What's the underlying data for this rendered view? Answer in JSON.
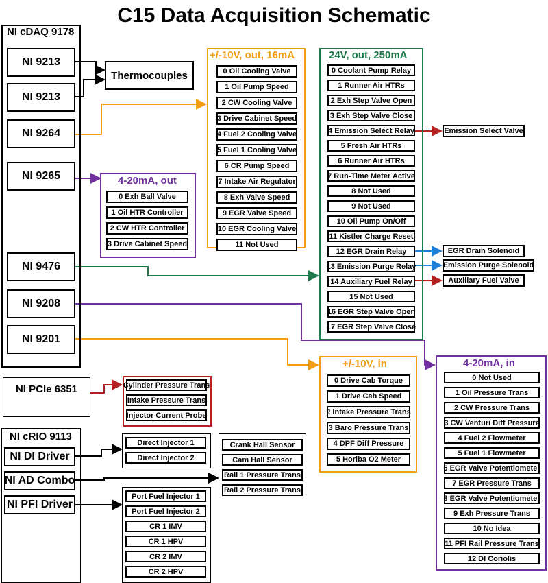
{
  "title": "C15 Data Acquisition Schematic",
  "colors": {
    "orange": "#f39c12",
    "green": "#1e7a4a",
    "purple": "#7030a0",
    "red": "#b22222",
    "blue": "#1f7fd6",
    "black": "#000000"
  },
  "cdaq": {
    "label": "NI cDAQ 9178",
    "modules": [
      "NI 9213",
      "NI 9213",
      "NI 9264",
      "NI 9265",
      "NI 9476",
      "NI 9208",
      "NI 9201"
    ]
  },
  "thermocouples": "Thermocouples",
  "ao_10v": {
    "label": "+/-10V, out, 16mA",
    "items": [
      "0 Oil Cooling Valve",
      "1 Oil Pump Speed",
      "2 CW Cooling Valve",
      "3 Drive Cabinet Speed",
      "4 Fuel 2 Cooling Valve",
      "5 Fuel 1 Cooling Valve",
      "6 CR Pump Speed",
      "7 Intake Air Regulator",
      "8 Exh Valve Speed",
      "9 EGR Valve Speed",
      "10 EGR Cooling Valve",
      "11 Not Used"
    ]
  },
  "ao_4_20": {
    "label": "4-20mA, out",
    "items": [
      "0 Exh Ball Valve",
      "1 Oil HTR Controller",
      "2 CW HTR Controller",
      "3 Drive Cabinet Speed"
    ]
  },
  "do_24v": {
    "label": "24V, out, 250mA",
    "items": [
      "0 Coolant Pump Relay",
      "1 Runner Air HTRs",
      "2 Exh Step Valve Open",
      "3 Exh Step Valve Close",
      "4 Emission Select Relay",
      "5 Fresh Air HTRs",
      "6 Runner Air HTRs",
      "7 Run-Time Meter Active",
      "8 Not Used",
      "9 Not Used",
      "10 Oil Pump On/Off",
      "11 Kistler Charge Reset",
      "12 EGR Drain Relay",
      "13 Emission Purge Relay",
      "14 Auxiliary Fuel Relay",
      "15 Not Used",
      "16 EGR Step Valve Open",
      "17 EGR Step Valve Close"
    ]
  },
  "relay_targets": [
    "Emission Select Valve",
    "EGR Drain Solenoid",
    "Emission Purge Solenoid",
    "Auxiliary Fuel Valve"
  ],
  "ai_10v": {
    "label": "+/-10V, in",
    "items": [
      "0 Drive Cab Torque",
      "1 Drive Cab Speed",
      "2 Intake Pressure Trans",
      "3 Baro Pressure Trans",
      "4 DPF Diff Pressure",
      "5 Horiba O2 Meter"
    ]
  },
  "ai_4_20": {
    "label": "4-20mA, in",
    "items": [
      "0 Not Used",
      "1 Oil Pressure Trans",
      "2 CW Pressure Trans",
      "3 CW Venturi Diff Pressure",
      "4 Fuel 2 Flowmeter",
      "5 Fuel 1 Flowmeter",
      "6 EGR Valve Potentiometer",
      "7 EGR Pressure Trans",
      "8 EGR Valve Potentiometer",
      "9 Exh Pressure Trans",
      "10 No Idea",
      "11 PFI Rail Pressure Trans",
      "12 DI Coriolis"
    ]
  },
  "pcie": {
    "label": "NI PCIe 6351",
    "items": [
      "Cylinder Pressure Trans",
      "Intake Pressure Trans",
      "Injector Current Probe"
    ]
  },
  "crio": {
    "label": "NI cRIO 9113",
    "modules": [
      "NI DI Driver",
      "NI AD Combo",
      "NI PFI Driver"
    ]
  },
  "di_outputs": [
    "Direct Injector 1",
    "Direct Injector 2"
  ],
  "ad_inputs": [
    "Crank Hall Sensor",
    "Cam Hall Sensor",
    "Rail 1 Pressure Trans",
    "Rail 2 Pressure Trans"
  ],
  "pfi_outputs": [
    "Port Fuel Injector 1",
    "Port Fuel Injector 2",
    "CR 1 IMV",
    "CR 1 HPV",
    "CR 2 IMV",
    "CR 2 HPV"
  ]
}
